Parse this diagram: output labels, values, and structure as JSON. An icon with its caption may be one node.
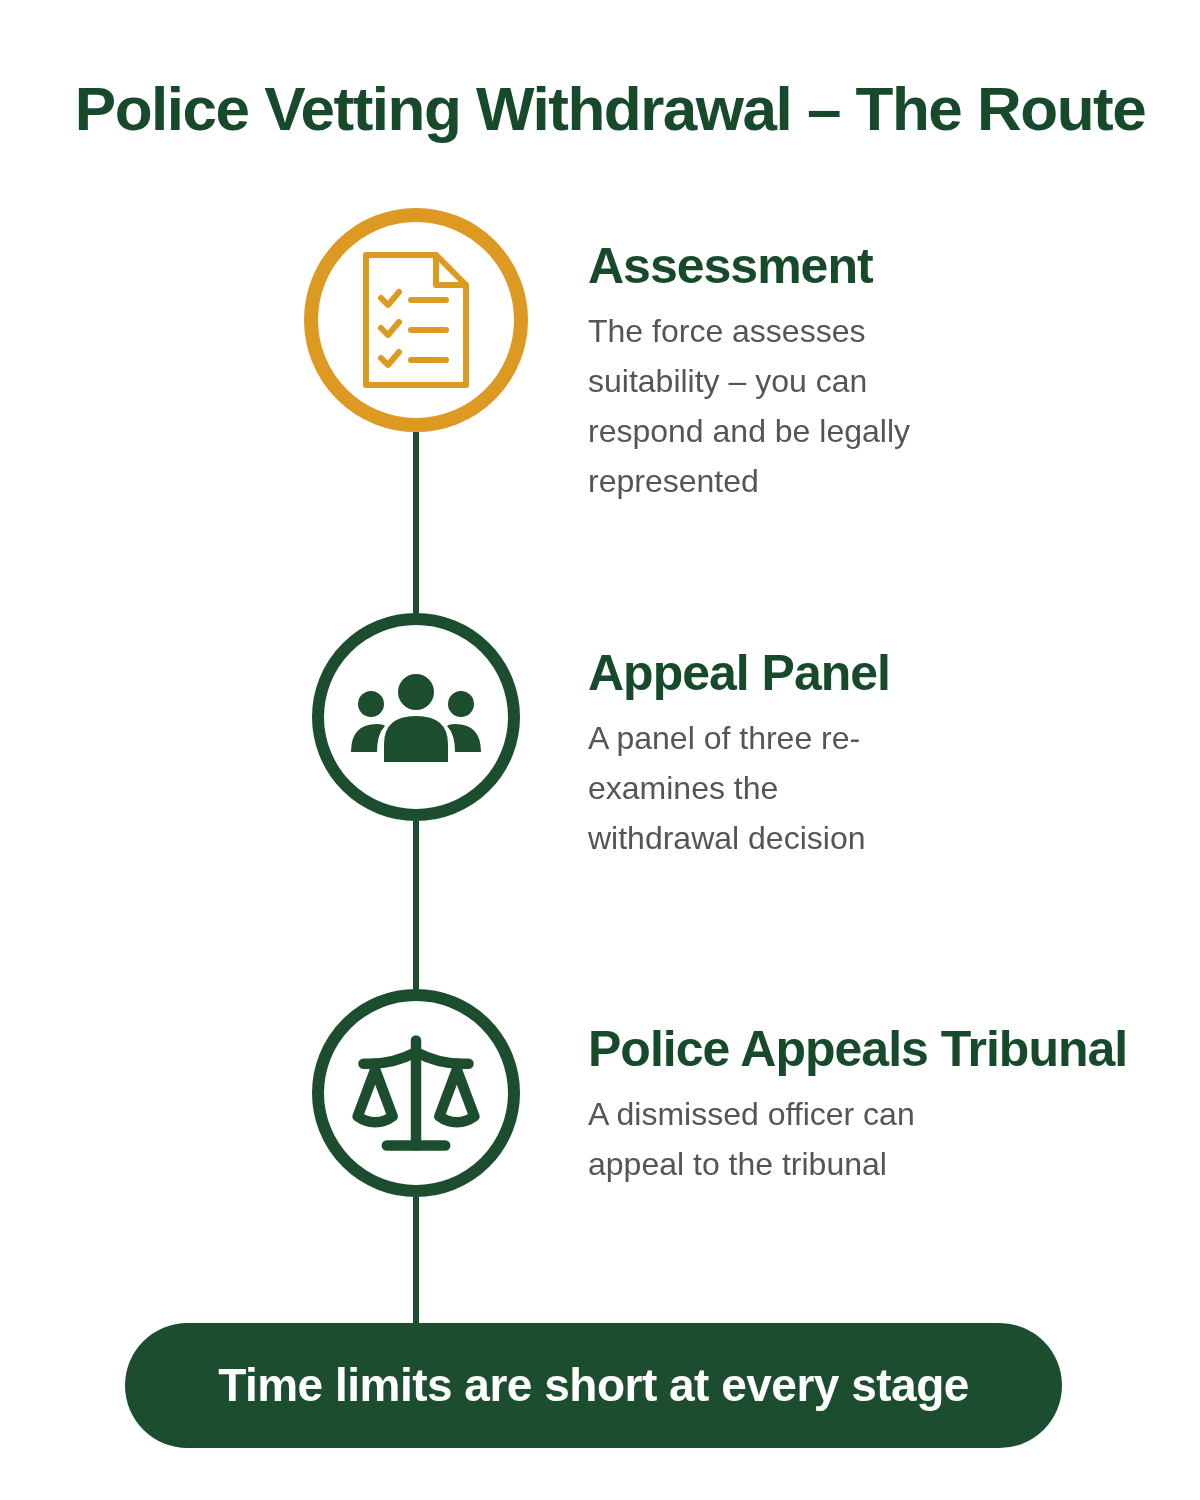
{
  "diagram": {
    "title": "Police Vetting Withdrawal – The Route",
    "nodes": [
      {
        "text": [
          "Assessment",
          "The force assesses suitability – you can respond and be legally represented"
        ]
      },
      {
        "text": [
          "Appeal Panel",
          "A panel of three re-examines the withdrawal decision"
        ]
      },
      {
        "text": [
          "Police Appeals Tribunal",
          "A dismissed officer can appeal to the tribunal"
        ]
      },
      {
        "text": [
          "Time limits are short at every stage"
        ]
      }
    ],
    "edges": [
      {
        "from": 0,
        "to": 1,
        "arrow": "none"
      },
      {
        "from": 1,
        "to": 2,
        "arrow": "none"
      },
      {
        "from": 2,
        "to": 3,
        "arrow": "none"
      }
    ]
  }
}
